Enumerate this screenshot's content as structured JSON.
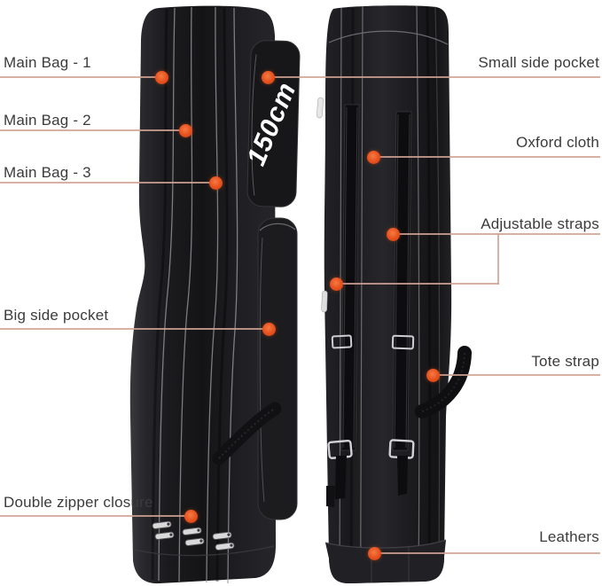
{
  "product": {
    "size_label": "150cm"
  },
  "annotations": {
    "left": [
      {
        "label": "Main Bag - 1"
      },
      {
        "label": "Main Bag - 2"
      },
      {
        "label": "Main Bag - 3"
      },
      {
        "label": "Big side pocket"
      },
      {
        "label": "Double zipper closure"
      }
    ],
    "right": [
      {
        "label": "Small side pocket"
      },
      {
        "label": "Oxford cloth"
      },
      {
        "label": "Adjustable straps"
      },
      {
        "label": "Tote strap"
      },
      {
        "label": "Leathers"
      }
    ]
  },
  "colors": {
    "background": "#ffffff",
    "callout_dot": "#e95420",
    "callout_line": "#d2a294",
    "label_text": "#3b3b3b",
    "bag_fabric": "#1b1b1e",
    "size_label_text": "#ffffff"
  }
}
